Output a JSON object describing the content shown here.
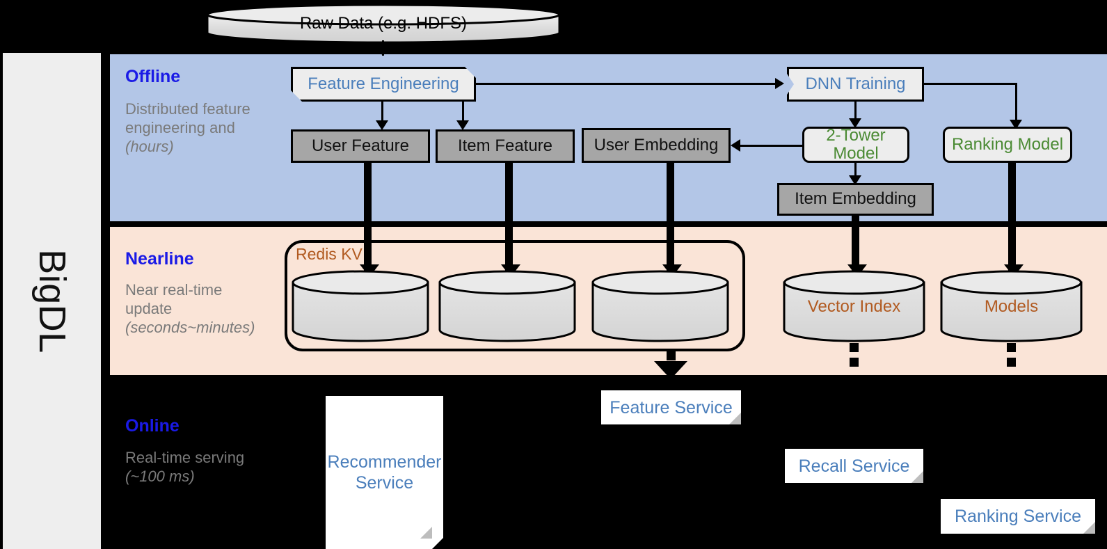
{
  "sidebar": {
    "label": "BigDL"
  },
  "source": {
    "raw_data": "Raw Data (e.g. HDFS)"
  },
  "bands": {
    "offline": {
      "title": "Offline",
      "subtitle": "Distributed feature engineering and ",
      "subtitle_em": "(hours)"
    },
    "nearline": {
      "title": "Nearline",
      "subtitle": "Near real-time update ",
      "subtitle_em": "(seconds~minutes)"
    },
    "online": {
      "title": "Online",
      "subtitle": "Real-time serving ",
      "subtitle_em": "(~100 ms)"
    }
  },
  "offline": {
    "feature_engineering": "Feature Engineering",
    "dnn_training": "DNN Training",
    "user_feature": "User Feature",
    "item_feature": "Item Feature",
    "user_embedding": "User Embedding",
    "two_tower_model": "2-Tower Model",
    "ranking_model": "Ranking Model",
    "item_embedding": "Item Embedding"
  },
  "nearline": {
    "redis_kv": "Redis KV",
    "store_user_feature": "",
    "store_item_feature": "",
    "store_user_embedding": "",
    "vector_index": "Vector Index",
    "models": "Models"
  },
  "online": {
    "recommender_service": "Recommender Service",
    "feature_service": "Feature Service",
    "recall_service": "Recall Service",
    "ranking_service": "Ranking Service"
  },
  "colors": {
    "offline_band": "#b3c6e7",
    "nearline_band": "#fae4d7",
    "online_band": "#000000",
    "sidebar": "#eeeeee",
    "band_title": "#1a1ae6",
    "band_subtitle": "#7a7a7a",
    "blue_text": "#4a7ebb",
    "green_text": "#4a8a33",
    "brown_text": "#b15a20",
    "gray_box": "#a6a6a6",
    "light_box": "#ededed"
  }
}
